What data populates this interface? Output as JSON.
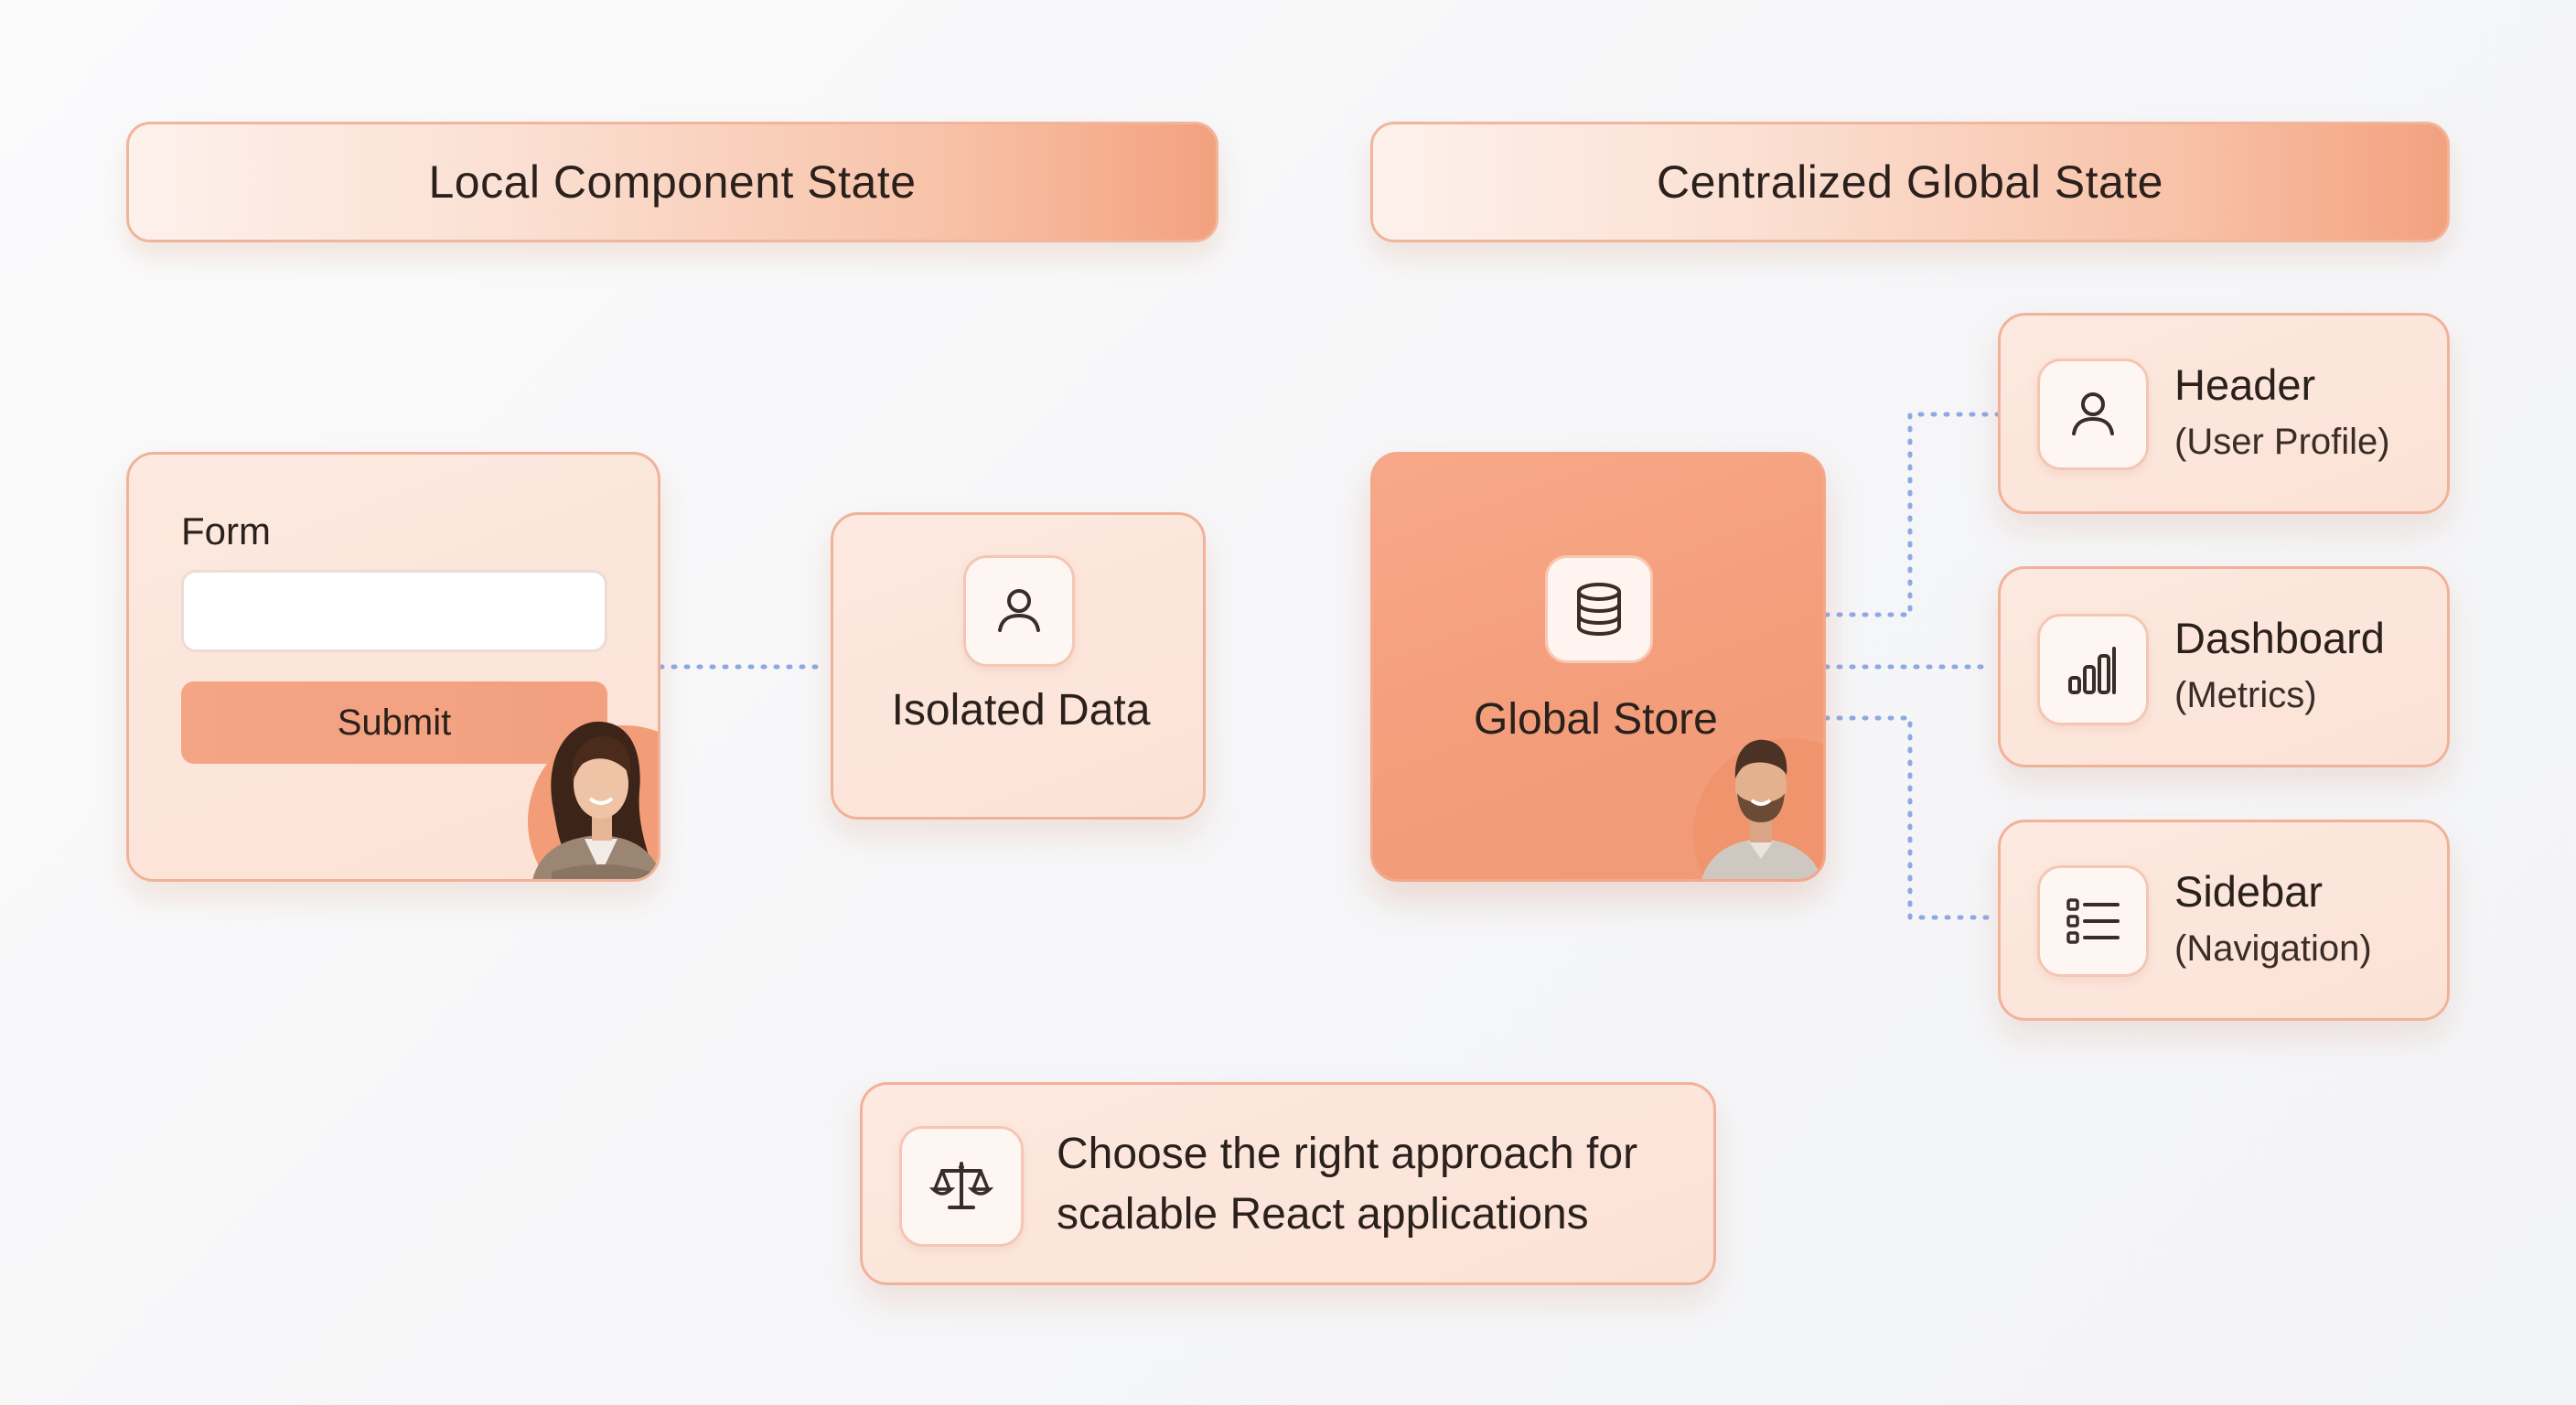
{
  "headers": {
    "local": "Local Component State",
    "global": "Centralized Global State"
  },
  "form_card": {
    "label": "Form",
    "input_value": "",
    "submit_label": "Submit",
    "avatar_icon": "woman-avatar-photo"
  },
  "isolated": {
    "label": "Isolated Data",
    "icon": "user-icon"
  },
  "store": {
    "label": "Global Store",
    "icon": "database-icon",
    "avatar_icon": "man-avatar-photo"
  },
  "consumers": [
    {
      "title": "Header",
      "subtitle": "(User Profile)",
      "icon": "user-icon"
    },
    {
      "title": "Dashboard",
      "subtitle": "(Metrics)",
      "icon": "bar-chart-icon"
    },
    {
      "title": "Sidebar",
      "subtitle": "(Navigation)",
      "icon": "list-icon"
    }
  ],
  "footer": {
    "line1": "Choose the right approach for",
    "line2": "scalable React applications",
    "icon": "scales-icon"
  },
  "colors": {
    "accent": "#f2a07f",
    "card_border": "#f0b39a",
    "card_fill": "#fbe2d6",
    "connector": "#8ea8e3",
    "text": "#2a201c"
  }
}
